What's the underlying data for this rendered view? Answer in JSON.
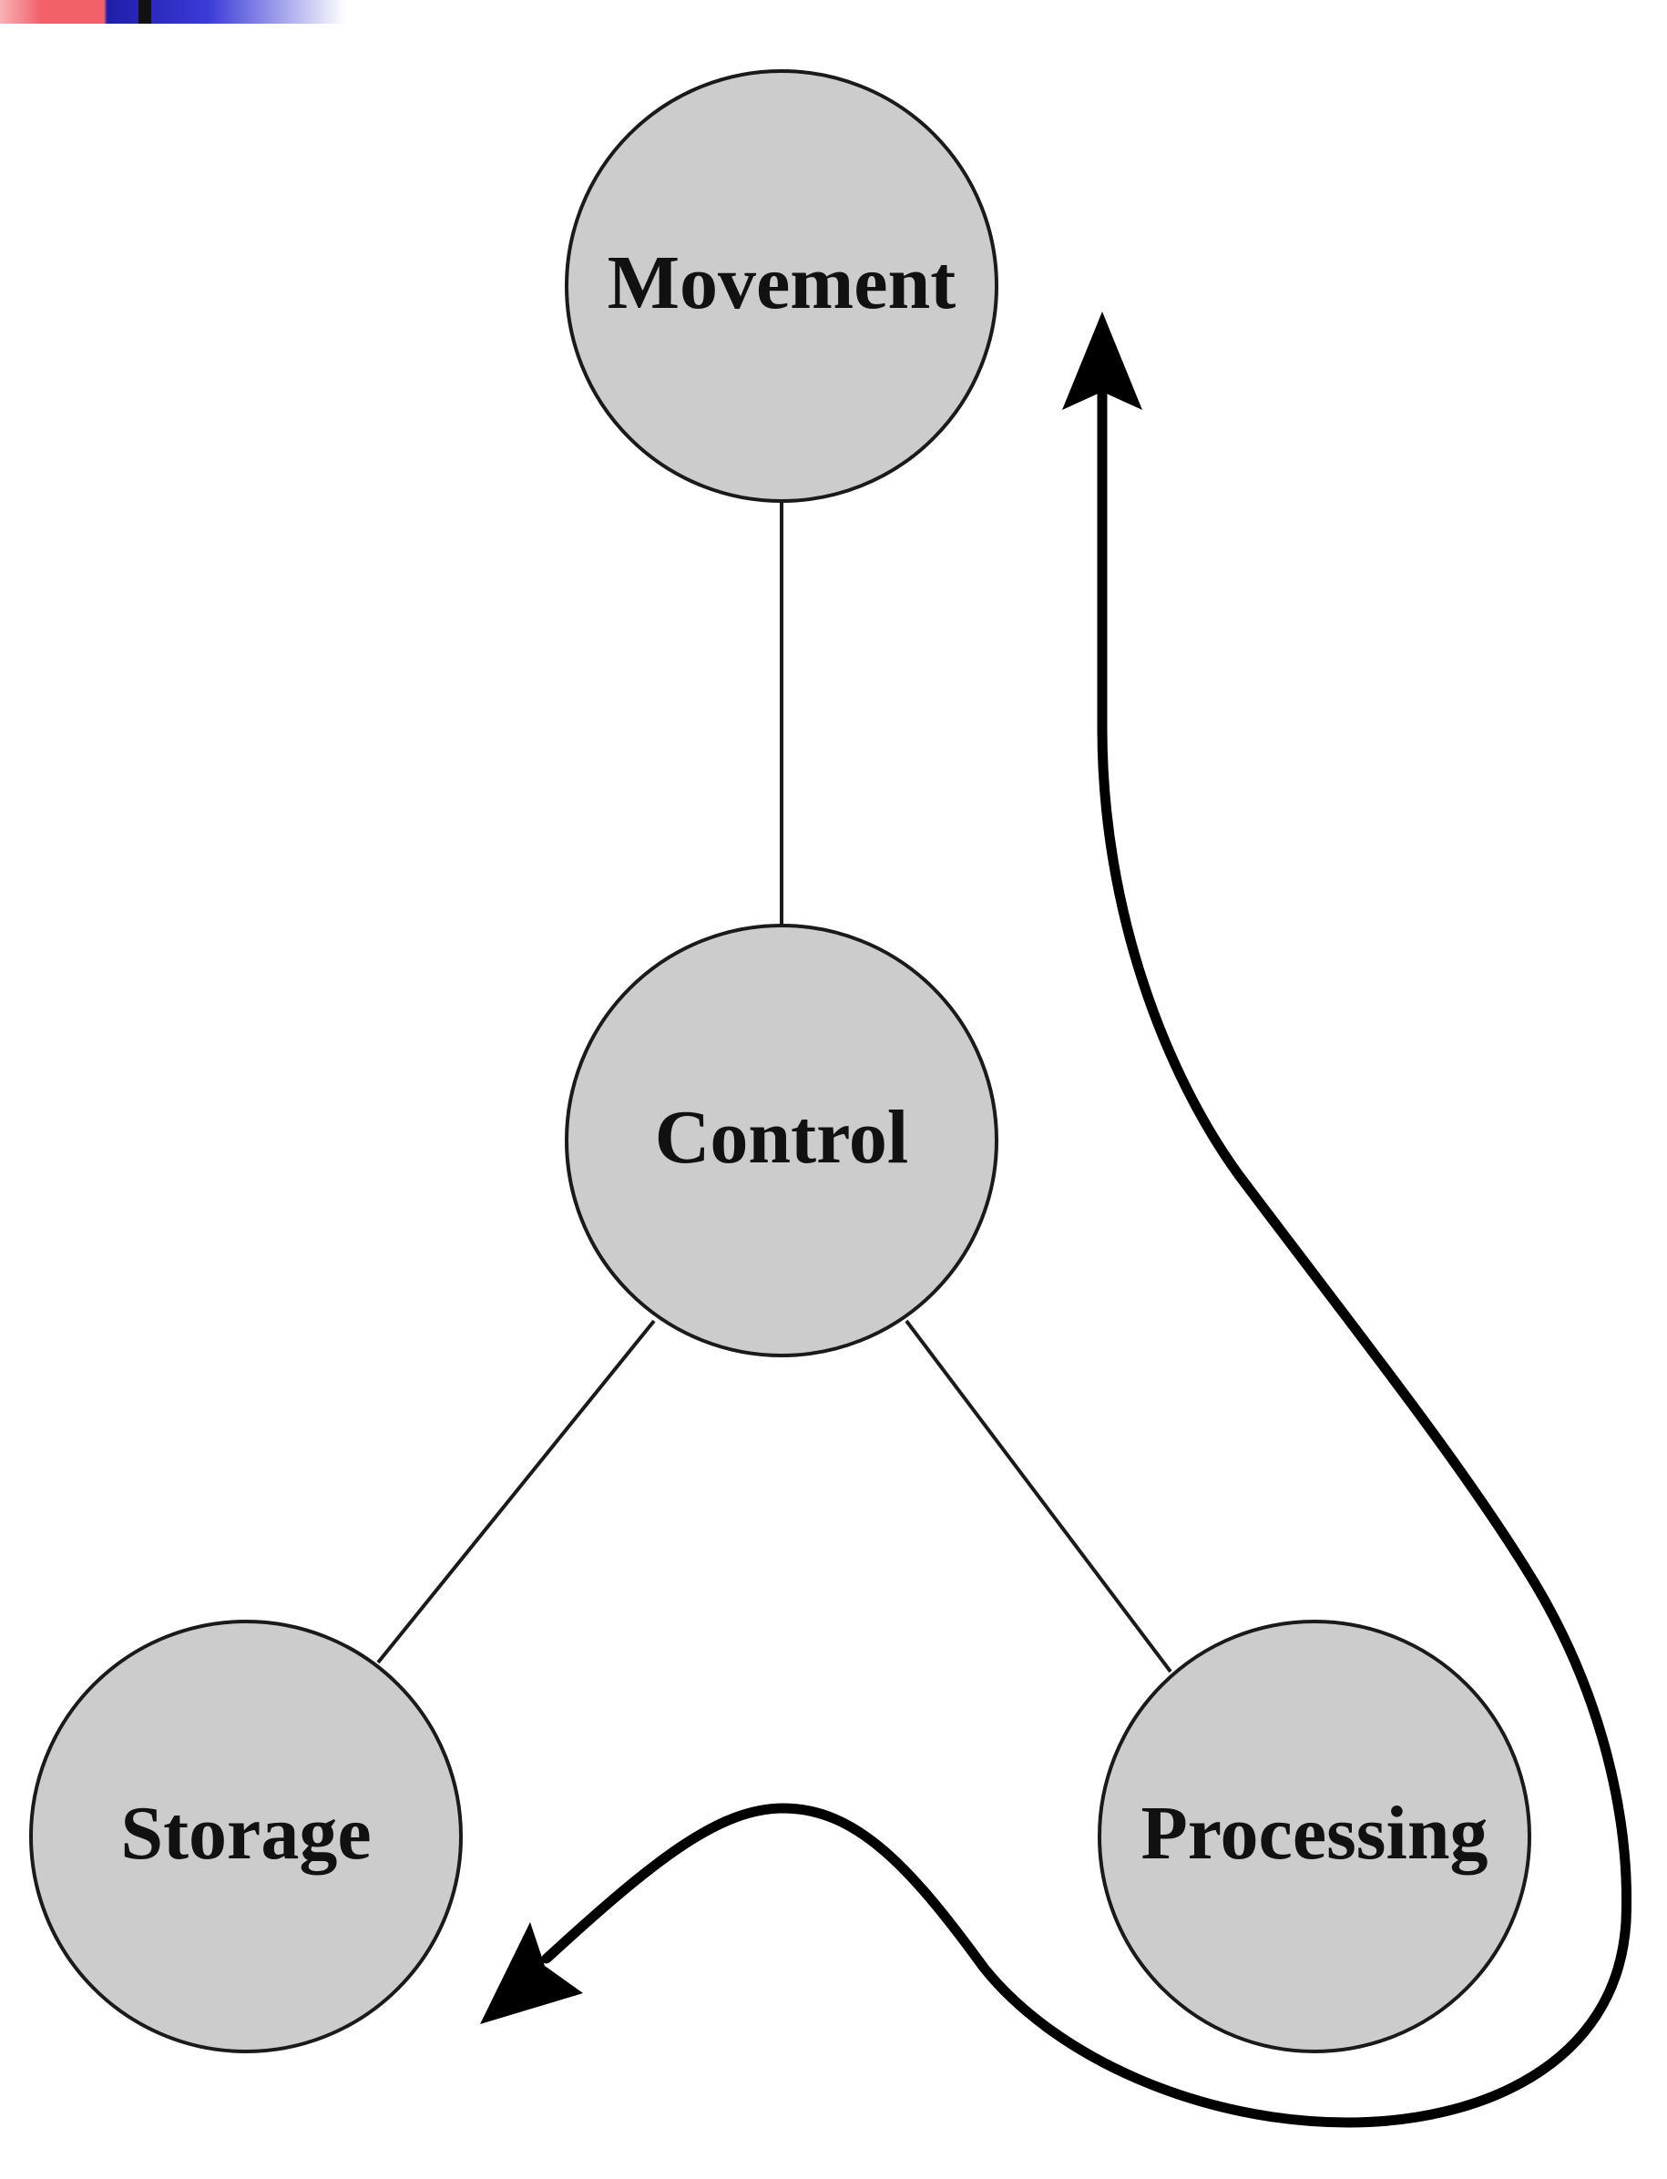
{
  "diagram": {
    "nodes": [
      {
        "id": "movement",
        "label": "Movement"
      },
      {
        "id": "control",
        "label": "Control"
      },
      {
        "id": "storage",
        "label": "Storage"
      },
      {
        "id": "processing",
        "label": "Processing"
      }
    ],
    "edges": [
      {
        "from": "movement",
        "to": "control"
      },
      {
        "from": "control",
        "to": "storage"
      },
      {
        "from": "control",
        "to": "processing"
      }
    ],
    "flows": [
      {
        "from": "storage",
        "to": "movement",
        "style": "thick curved arrow",
        "passes": "under processing, up the right side"
      }
    ],
    "colors": {
      "node_fill": "#cccccc",
      "node_stroke": "#1a1a1a",
      "line": "#1a1a1a",
      "flow": "#000000",
      "background": "#ffffff",
      "corner_bar_colors": [
        "#f2606a",
        "#1e1ea8",
        "#3a3ad8"
      ]
    }
  }
}
